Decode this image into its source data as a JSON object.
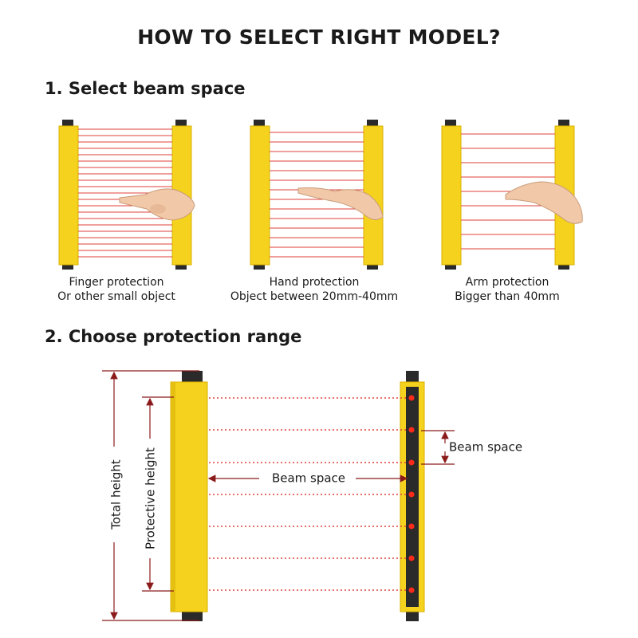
{
  "title": "HOW TO SELECT RIGHT MODEL?",
  "step1": {
    "heading": "1. Select beam space",
    "panels": [
      {
        "line1": "Finger protection",
        "line2": "Or other small object"
      },
      {
        "line1": "Hand protection",
        "line2": "Object between 20mm-40mm"
      },
      {
        "line1": "Arm protection",
        "line2": "Bigger than 40mm"
      }
    ]
  },
  "step2": {
    "heading": "2. Choose protection range",
    "labels": {
      "total_height": "Total height",
      "protective_height": "Protective height",
      "beam_space_center": "Beam space",
      "beam_space_right": "Beam space"
    }
  },
  "colors": {
    "yellow": "#f5d21e",
    "yellow_dark": "#d9b200",
    "beam": "#e0403a",
    "dimension": "#8b1a1a",
    "cap": "#2a2a2a"
  }
}
